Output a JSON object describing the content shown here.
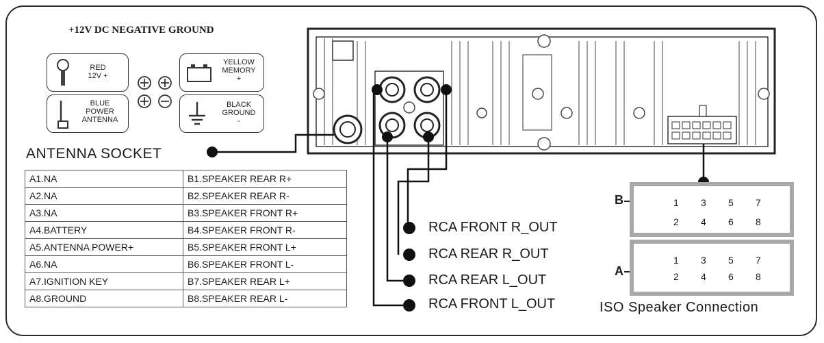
{
  "power_header": "+12V DC NEGATIVE GROUND",
  "wires": {
    "red": "RED\n12V +",
    "blue": "BLUE\nPOWER\nANTENNA",
    "yellow": "YELLOW\nMEMORY\n+",
    "black": "BLACK\nGROUND\n-"
  },
  "antenna_socket_label": "ANTENNA SOCKET",
  "pin_table": [
    [
      "A1.NA",
      "B1.SPEAKER REAR R+"
    ],
    [
      "A2.NA",
      "B2.SPEAKER REAR R-"
    ],
    [
      "A3.NA",
      "B3.SPEAKER FRONT R+"
    ],
    [
      "A4.BATTERY",
      "B4.SPEAKER FRONT R-"
    ],
    [
      "A5.ANTENNA POWER+",
      "B5.SPEAKER FRONT L+"
    ],
    [
      "A6.NA",
      "B6.SPEAKER FRONT L-"
    ],
    [
      "A7.IGNITION KEY",
      "B7.SPEAKER REAR L+"
    ],
    [
      "A8.GROUND",
      "B8.SPEAKER REAR L-"
    ]
  ],
  "rca_outputs": [
    "RCA FRONT R_OUT",
    "RCA REAR R_OUT",
    "RCA REAR L_OUT",
    "RCA FRONT L_OUT"
  ],
  "iso": {
    "title": "ISO Speaker Connection",
    "connector_b": "B",
    "connector_a": "A",
    "pins_odd": [
      "1",
      "3",
      "5",
      "7"
    ],
    "pins_even": [
      "2",
      "4",
      "6",
      "8"
    ]
  }
}
